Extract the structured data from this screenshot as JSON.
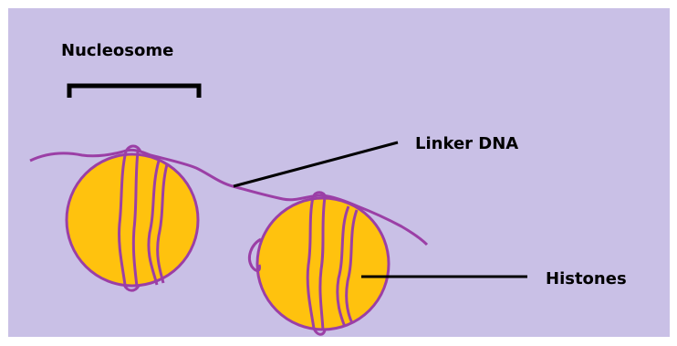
{
  "diagram": {
    "labels": {
      "nucleosome": "Nucleosome",
      "linker_dna": "Linker DNA",
      "histones": "Histones"
    },
    "colors": {
      "background": "#c9c0e6",
      "histone_fill": "#ffc20e",
      "dna_strand": "#9b3fa6",
      "pointer_line": "#000000"
    }
  }
}
